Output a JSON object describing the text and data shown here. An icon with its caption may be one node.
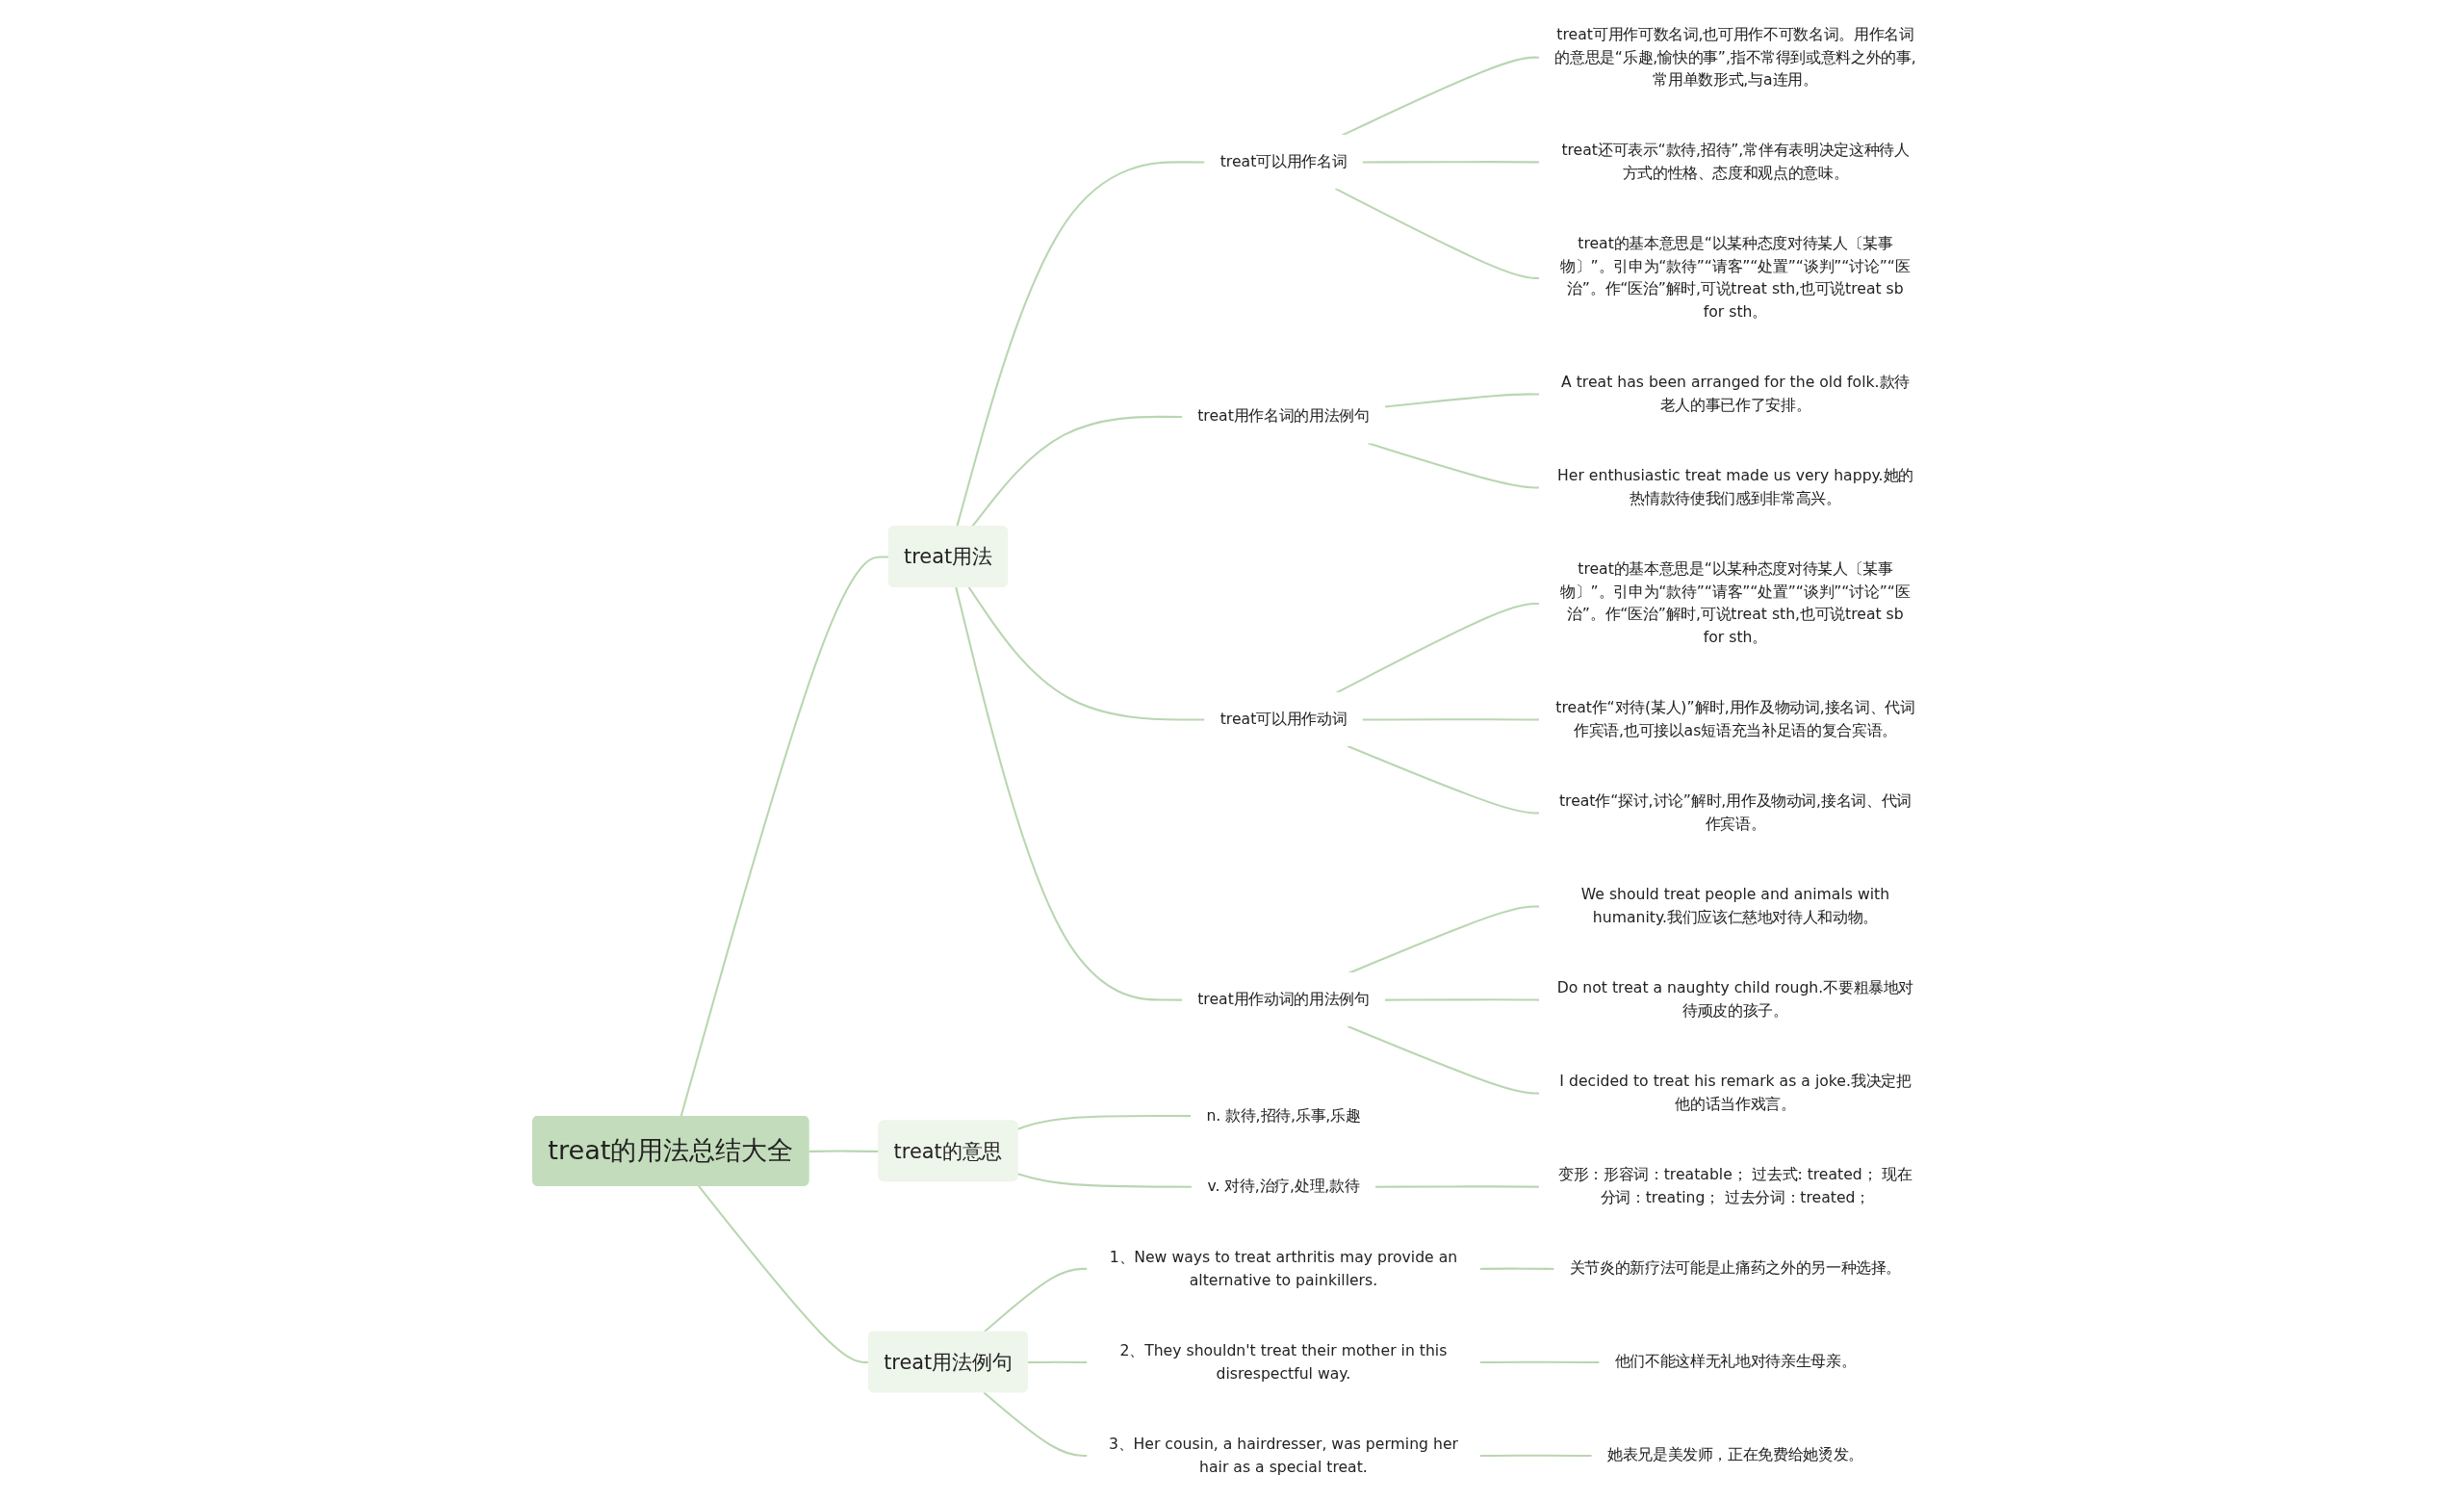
{
  "diagram": {
    "nodes": [
      {
        "text": [
          "treat的用法总结大全"
        ]
      },
      {
        "text": [
          "treat用法"
        ]
      },
      {
        "text": [
          "treat可以用作名词"
        ]
      },
      {
        "text": [
          "treat可用作可数名词,也可用作不可数名词。用作名词的意思是“乐趣,愉快的事”,指不常得到或意料之外的事,常用单数形式,与a连用。"
        ]
      },
      {
        "text": [
          "treat还可表示“款待,招待”,常伴有表明决定这种待人方式的性格、态度和观点的意味。"
        ]
      },
      {
        "text": [
          "treat的基本意思是“以某种态度对待某人〔某事物〕”。引申为“款待”“请客”“处置”“谈判”“讨论”“医治”。作“医治”解时,可说treat sth,也可说treat sb for sth。"
        ]
      },
      {
        "text": [
          "treat用作名词的用法例句"
        ]
      },
      {
        "text": [
          "A treat has been arranged for the old folk.款待老人的事已作了安排。"
        ]
      },
      {
        "text": [
          "Her enthusiastic treat made us very happy.她的热情款待使我们感到非常高兴。"
        ]
      },
      {
        "text": [
          "treat可以用作动词"
        ]
      },
      {
        "text": [
          "treat的基本意思是“以某种态度对待某人〔某事物〕”。引申为“款待”“请客”“处置”“谈判”“讨论”“医治”。作“医治”解时,可说treat sth,也可说treat sb for sth。"
        ]
      },
      {
        "text": [
          "treat作“对待(某人)”解时,用作及物动词,接名词、代词作宾语,也可接以as短语充当补足语的复合宾语。"
        ]
      },
      {
        "text": [
          "treat作“探讨,讨论”解时,用作及物动词,接名词、代词作宾语。"
        ]
      },
      {
        "text": [
          "treat用作动词的用法例句"
        ]
      },
      {
        "text": [
          "We should treat people and animals with humanity.我们应该仁慈地对待人和动物。"
        ]
      },
      {
        "text": [
          "Do not treat a naughty child rough.不要粗暴地对待顽皮的孩子。"
        ]
      },
      {
        "text": [
          "I decided to treat his remark as a joke.我决定把他的话当作戏言。"
        ]
      },
      {
        "text": [
          "treat的意思"
        ]
      },
      {
        "text": [
          "n. 款待,招待,乐事,乐趣"
        ]
      },
      {
        "text": [
          "v. 对待,治疗,处理,款待"
        ]
      },
      {
        "text": [
          "变形：形容词：treatable； 过去式: treated； 现在分词：treating； 过去分词：treated；"
        ]
      },
      {
        "text": [
          "treat用法例句"
        ]
      },
      {
        "text": [
          "1、New ways to treat arthritis may provide an alternative to painkillers."
        ]
      },
      {
        "text": [
          "2、They shouldn't treat their mother in this disrespectful way."
        ]
      },
      {
        "text": [
          "3、Her cousin, a hairdresser, was perming her hair as a special treat."
        ]
      },
      {
        "text": [
          "关节炎的新疗法可能是止痛药之外的另一种选择。"
        ]
      },
      {
        "text": [
          "他们不能这样无礼地对待亲生母亲。"
        ]
      },
      {
        "text": [
          "她表兄是美发师，正在免费给她烫发。"
        ]
      }
    ],
    "edges": [
      {
        "from": 0,
        "to": 1,
        "arrow": "none"
      },
      {
        "from": 1,
        "to": 2,
        "arrow": "none"
      },
      {
        "from": 2,
        "to": 3,
        "arrow": "none"
      },
      {
        "from": 2,
        "to": 4,
        "arrow": "none"
      },
      {
        "from": 2,
        "to": 5,
        "arrow": "none"
      },
      {
        "from": 1,
        "to": 6,
        "arrow": "none"
      },
      {
        "from": 6,
        "to": 7,
        "arrow": "none"
      },
      {
        "from": 6,
        "to": 8,
        "arrow": "none"
      },
      {
        "from": 1,
        "to": 9,
        "arrow": "none"
      },
      {
        "from": 9,
        "to": 10,
        "arrow": "none"
      },
      {
        "from": 9,
        "to": 11,
        "arrow": "none"
      },
      {
        "from": 9,
        "to": 12,
        "arrow": "none"
      },
      {
        "from": 1,
        "to": 13,
        "arrow": "none"
      },
      {
        "from": 13,
        "to": 14,
        "arrow": "none"
      },
      {
        "from": 13,
        "to": 15,
        "arrow": "none"
      },
      {
        "from": 13,
        "to": 16,
        "arrow": "none"
      },
      {
        "from": 0,
        "to": 17,
        "arrow": "none"
      },
      {
        "from": 17,
        "to": 18,
        "arrow": "none"
      },
      {
        "from": 17,
        "to": 19,
        "arrow": "none"
      },
      {
        "from": 19,
        "to": 20,
        "arrow": "none"
      },
      {
        "from": 0,
        "to": 21,
        "arrow": "none"
      },
      {
        "from": 21,
        "to": 22,
        "arrow": "none"
      },
      {
        "from": 21,
        "to": 23,
        "arrow": "none"
      },
      {
        "from": 21,
        "to": 24,
        "arrow": "none"
      },
      {
        "from": 22,
        "to": 25,
        "arrow": "none"
      },
      {
        "from": 23,
        "to": 26,
        "arrow": "none"
      },
      {
        "from": 24,
        "to": 27,
        "arrow": "none"
      }
    ]
  }
}
